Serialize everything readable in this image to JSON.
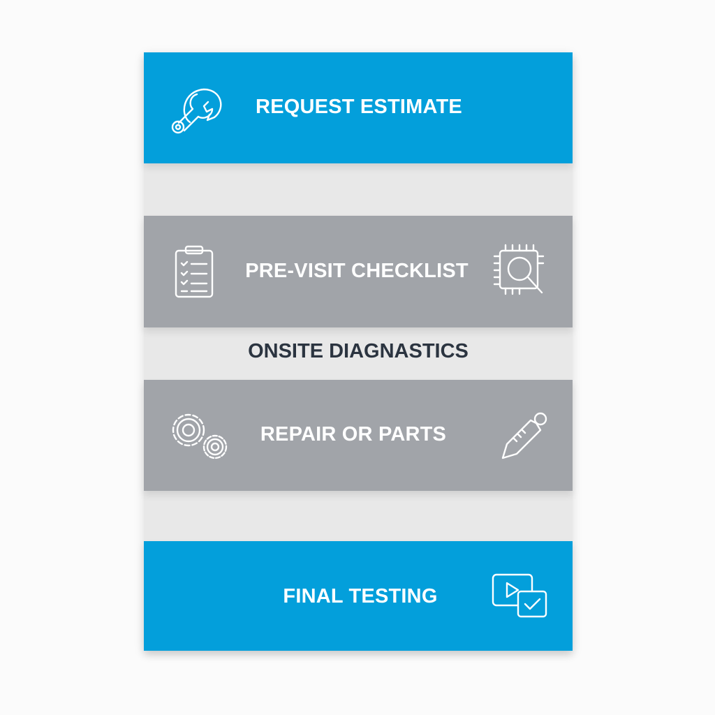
{
  "steps": [
    {
      "label": "REQUEST ESTIMATE",
      "icon": "wrench-chat-icon"
    },
    {
      "label": "PRE-VISIT CHECKLIST",
      "icon": "clipboard-icon",
      "icon_right": "chip-magnifier-icon"
    },
    {
      "label": "ONSITE DIAGNASTICS"
    },
    {
      "label": "REPAIR OR PARTS",
      "icon": "gears-icon",
      "icon_right": "tag-icon"
    },
    {
      "label": "FINAL TESTING",
      "icon_right": "video-check-icon"
    }
  ],
  "colors": {
    "accent": "#039fdb",
    "gray": "#a1a4a9",
    "background": "#e8e8e8",
    "text_dark": "#2b3440"
  }
}
